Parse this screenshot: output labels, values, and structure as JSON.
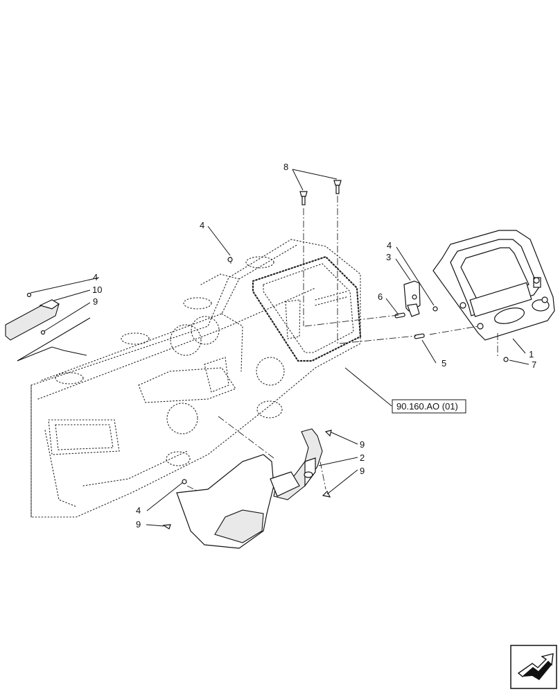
{
  "callouts": {
    "c8": "8",
    "c4_top": "4",
    "c4_left": "4",
    "c10": "10",
    "c9_left": "9",
    "c4_right": "4",
    "c3": "3",
    "c6": "6",
    "c1": "1",
    "c5": "5",
    "c7": "7",
    "c9_upper": "9",
    "c2": "2",
    "c9_lower": "9",
    "c4_bottom": "4",
    "c9_bottom": "9"
  },
  "reference": "90.160.AO (01)",
  "icons": {
    "nav": "next-page-arrow-icon"
  }
}
